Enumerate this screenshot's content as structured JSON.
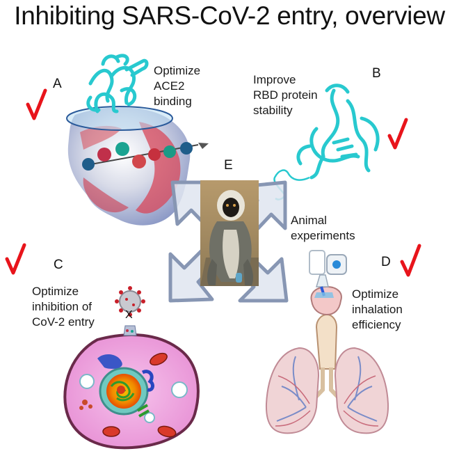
{
  "title": "Inhibiting SARS-CoV-2 entry, overview",
  "panels": {
    "a": {
      "letter": "A",
      "lines": [
        "Optimize",
        "ACE2",
        "binding"
      ]
    },
    "b": {
      "letter": "B",
      "lines": [
        "Improve",
        "RBD protein",
        "stability"
      ]
    },
    "c": {
      "letter": "C",
      "lines": [
        "Optimize",
        "inhibition of",
        "CoV-2 entry"
      ],
      "block_mark": "X"
    },
    "d": {
      "letter": "D",
      "lines": [
        "Optimize",
        "inhalation",
        "efficiency"
      ]
    },
    "e": {
      "letter": "E",
      "lines": [
        "Animal",
        "experiments"
      ]
    }
  },
  "icons": {
    "checkmark": "red-checkmark-icon",
    "protein": "cyan-ribbon-protein-icon",
    "surface": "ace2-surface-protein-icon",
    "virus": "coronavirus-icon",
    "cell": "human-cell-icon",
    "lungs": "lungs-icon",
    "inhaler": "nebulizer-icon",
    "monkey": "monkey-photo-icon",
    "arrows": "four-way-arrows-icon"
  },
  "colors": {
    "check": "#e8141b",
    "ribbon": "#28c9cf",
    "arrows": "#8796b3",
    "cell": "#ef9ed8"
  }
}
